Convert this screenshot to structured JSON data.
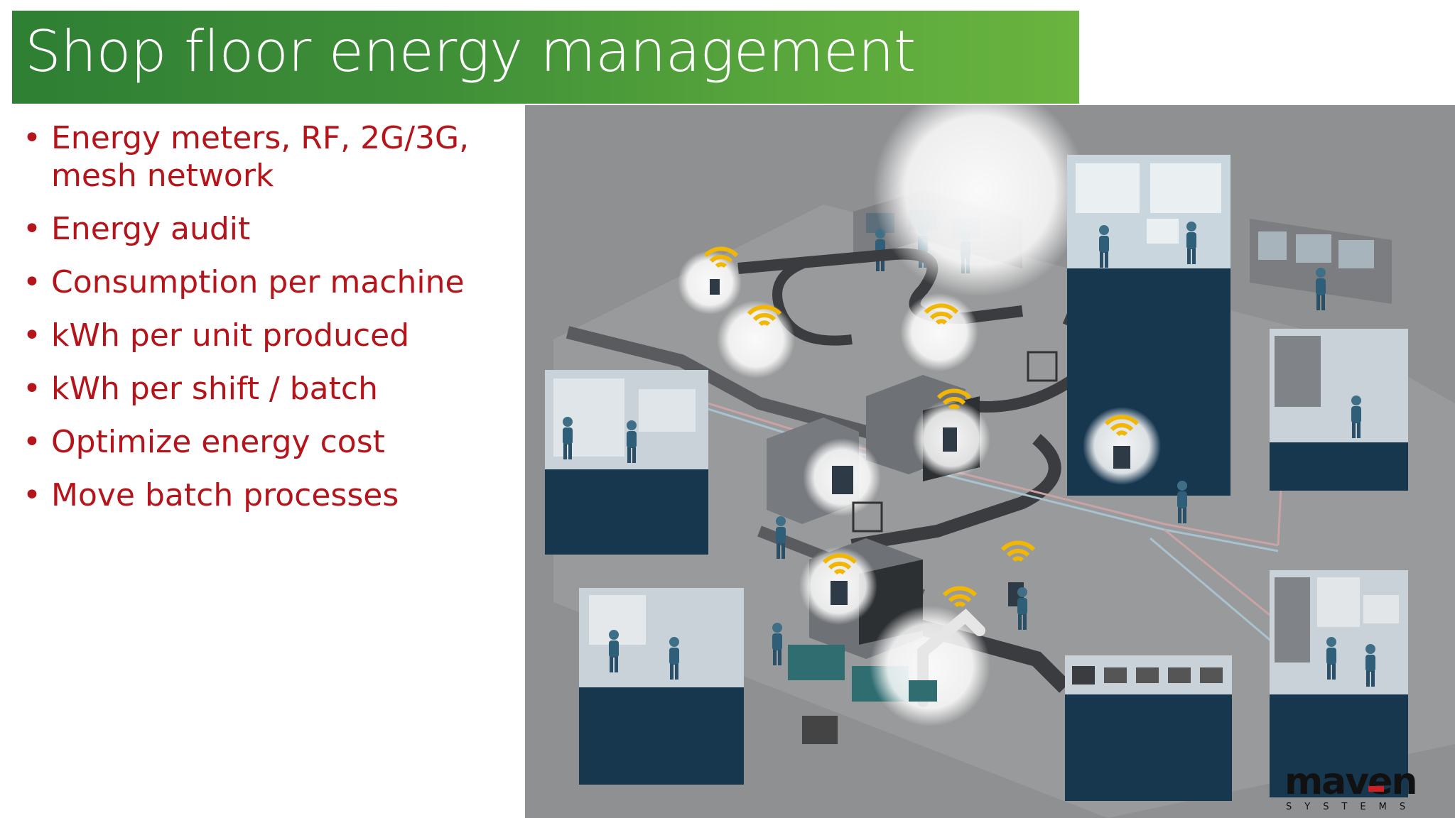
{
  "slide": {
    "title": "Shop floor energy management",
    "colors": {
      "title_bar_start": "#2f7f34",
      "title_bar_end": "#6ab43f",
      "bullet_text": "#b5141a",
      "panel_dark": "#17374f",
      "wifi": "#f2b705",
      "background_gray": "#8e8f91"
    }
  },
  "bullets": [
    "Energy meters, RF, 2G/3G, mesh network",
    "Energy audit",
    "Consumption per machine",
    "kWh per unit produced",
    "kWh per shift / batch",
    "Optimize energy cost",
    "Move batch processes"
  ],
  "logo": {
    "word": "maven",
    "sub": "SYSTEMS"
  }
}
